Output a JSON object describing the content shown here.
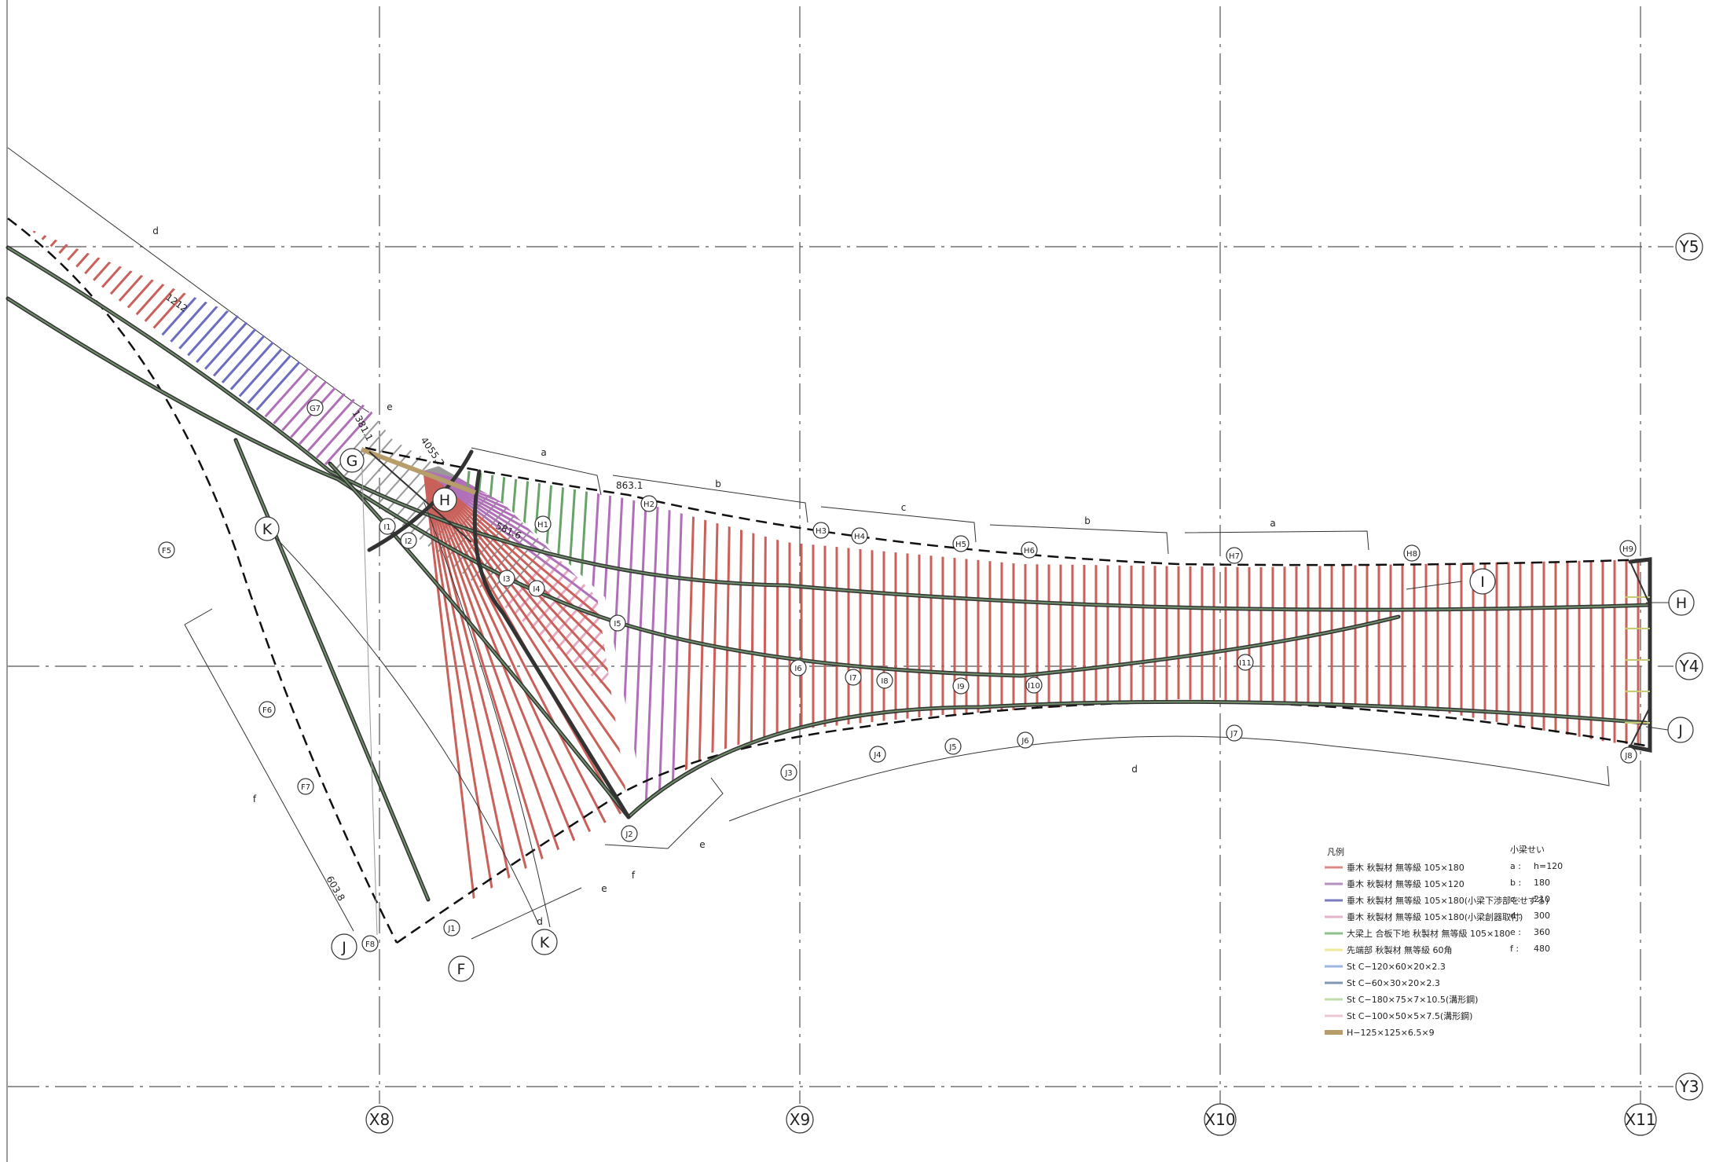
{
  "grid": {
    "x_axes": [
      "X8",
      "X9",
      "X10",
      "X11"
    ],
    "y_axes": [
      "Y5",
      "Y4",
      "Y3"
    ]
  },
  "lines": {
    "G": "G",
    "H_left": "H",
    "K_left": "K",
    "J_left": "J",
    "F": "F",
    "K_bottom": "K",
    "I_right": "I",
    "H_right": "H",
    "J_right": "J"
  },
  "points": {
    "G7": "G7",
    "F5": "F5",
    "F6": "F6",
    "F7": "F7",
    "F8": "F8",
    "H1": "H1",
    "H2": "H2",
    "H3": "H3",
    "H4": "H4",
    "H5": "H5",
    "H6": "H6",
    "H7": "H7",
    "H8": "H8",
    "H9": "H9",
    "I1": "I1",
    "I2": "I2",
    "I3": "I3",
    "I4": "I4",
    "I5": "I5",
    "I6": "I6",
    "I7": "I7",
    "I8": "I8",
    "I9": "I9",
    "I10": "I10",
    "I11": "I11",
    "J1": "J1",
    "J2": "J2",
    "J3": "J3",
    "J4": "J4",
    "J5": "J5",
    "J6": "J6",
    "J7": "J7",
    "J8": "J8"
  },
  "zones": {
    "top_a1": "a",
    "top_b1": "b",
    "top_c": "c",
    "top_b2": "b",
    "top_a2": "a",
    "d_top": "d",
    "d_bottom": "d",
    "d_mid": "d",
    "e_top": "e",
    "e_bottom1": "e",
    "e_bottom2": "e",
    "f_left": "f",
    "f_bottom": "f"
  },
  "dimensions": {
    "d1212": "1212",
    "d1381": "1381.1",
    "d4055": "4055.7",
    "d863": "863.1",
    "d581": "581.6",
    "d603": "603.8"
  },
  "legend": {
    "title": "凡例",
    "items": [
      {
        "color": "#d98b86",
        "text": "垂木 秋製材 無等級 105×180"
      },
      {
        "color": "#b690c2",
        "text": "垂木 秋製材 無等級 105×120"
      },
      {
        "color": "#7b7bbf",
        "text": "垂木 秋製材 無等級 105×180(小梁下渉部をせずる)"
      },
      {
        "color": "#e3b4cc",
        "text": "垂木 秋製材 無等級 105×180(小梁創器取付)"
      },
      {
        "color": "#8cc08c",
        "text": "大梁上 合板下地 秋製材 無等級 105×180"
      },
      {
        "color": "#efe99a",
        "text": "先端部  秋製材 無等級  60角"
      },
      {
        "color": "#9bb6e0",
        "text": "St C−120×60×20×2.3"
      },
      {
        "color": "#7f97b5",
        "text": "St C−60×30×20×2.3"
      },
      {
        "color": "#bfdcaa",
        "text": "St C−180×75×7×10.5(溝形鋼)"
      },
      {
        "color": "#edc6d4",
        "text": "St C−100×50×5×7.5(溝形鋼)"
      },
      {
        "color": "#b79d6a",
        "text": "H−125×125×6.5×9"
      }
    ],
    "depth_title": "小梁せい",
    "depths": [
      {
        "key": "a :",
        "value": "h=120"
      },
      {
        "key": "b :",
        "value": "180"
      },
      {
        "key": "c :",
        "value": "210"
      },
      {
        "key": "d :",
        "value": "300"
      },
      {
        "key": "e :",
        "value": "360"
      },
      {
        "key": "f :",
        "value": "480"
      }
    ]
  }
}
